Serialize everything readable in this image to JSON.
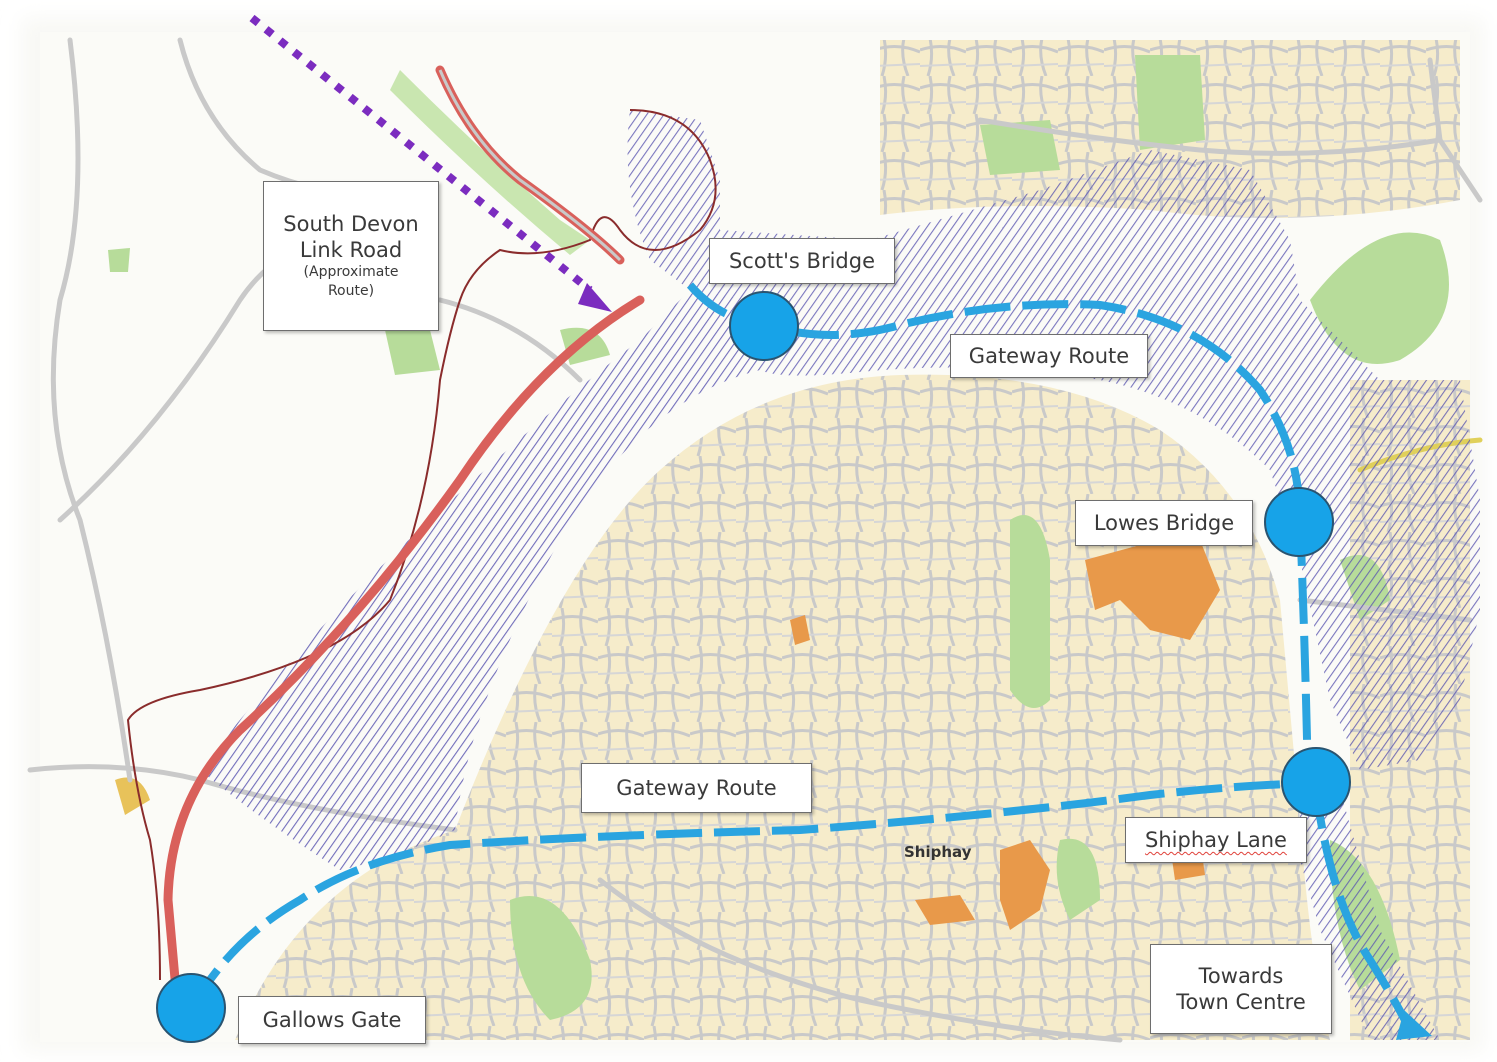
{
  "callouts": {
    "link_road": {
      "line1": "South Devon",
      "line2": "Link Road",
      "line3": "(Approximate",
      "line4": "Route)"
    },
    "scotts_bridge": "Scott's Bridge",
    "gateway_route_north": "Gateway Route",
    "lowes_bridge": "Lowes Bridge",
    "gateway_route_south": "Gateway Route",
    "shiphay_lane": "Shiphay Lane",
    "towards_town_centre": {
      "line1": "Towards",
      "line2": "Town Centre"
    },
    "gallows_gate": "Gallows Gate"
  },
  "places": {
    "shiphay": "Shiphay"
  },
  "colors": {
    "gateway_route": "#2aa4e0",
    "junction_marker": "#17a3e8",
    "link_road": "#d9605b",
    "boundary": "#8a2c2c",
    "dotted_arrow": "#7b2cbf",
    "hatch": "#5a55b0",
    "green_space": "#b7dc9a",
    "urban_fill": "#f6eccb",
    "road": "#c9c9c9",
    "building": "#e8994a"
  }
}
